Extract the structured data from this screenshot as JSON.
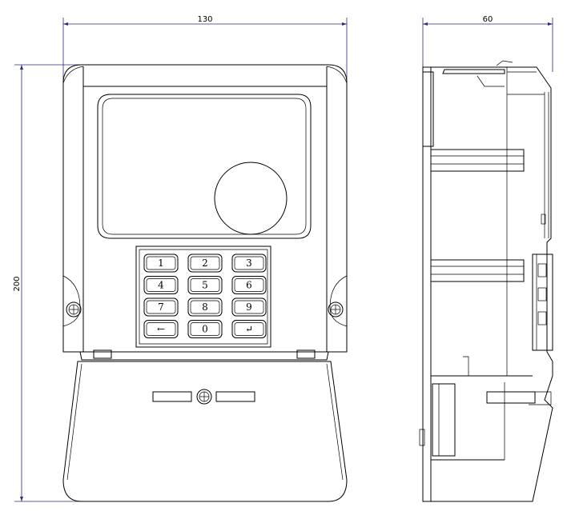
{
  "dimensions": {
    "width_label": "130",
    "depth_label": "60",
    "height_label": "200"
  },
  "keypad": {
    "keys": [
      "1",
      "2",
      "3",
      "4",
      "5",
      "6",
      "7",
      "8",
      "9",
      "←",
      "0",
      "↵"
    ]
  }
}
